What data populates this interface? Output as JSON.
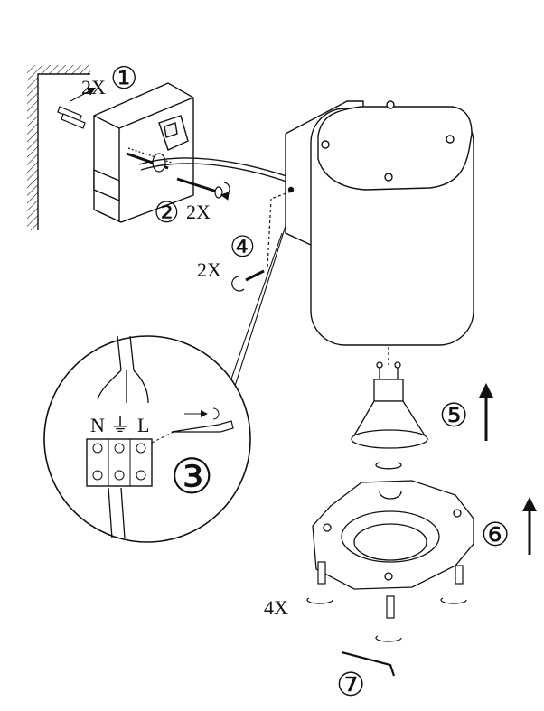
{
  "diagram": {
    "steps": [
      {
        "number": "①",
        "qty": "2X"
      },
      {
        "number": "②",
        "qty": "2X"
      },
      {
        "number": "③",
        "qty": ""
      },
      {
        "number": "④",
        "qty": "2X"
      },
      {
        "number": "⑤",
        "qty": ""
      },
      {
        "number": "⑥",
        "qty": ""
      },
      {
        "number": "⑦",
        "qty": ""
      }
    ],
    "terminal_labels": {
      "neutral": "N",
      "earth": "⏚",
      "live": "L"
    },
    "screws_qty": "4X"
  }
}
